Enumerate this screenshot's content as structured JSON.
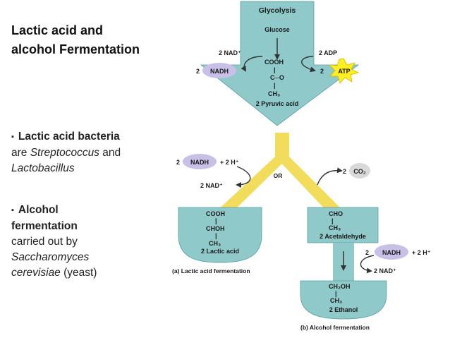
{
  "title": {
    "line1": "Lactic acid and",
    "line2": "alcohol Fermentation"
  },
  "bullets": [
    {
      "marker": "▪",
      "head": "Lactic acid bacteria",
      "lines": [
        "are ",
        "Streptococcus",
        " and",
        "Lactobacillus"
      ]
    },
    {
      "marker": "▪",
      "head": "Alcohol",
      "head2": "fermentation",
      "lines": [
        "carried out by",
        "Saccharomyces",
        "cerevisiae",
        " (yeast)"
      ]
    }
  ],
  "diagram": {
    "colors": {
      "teal": "#8fc9c9",
      "teal_dark": "#5aa0a0",
      "yellow": "#f2dc5c",
      "purple": "#c8c0e6",
      "atp_star": "#ffee22",
      "co2_gray": "#d9d9d9"
    },
    "glycolysis": {
      "title": "Glycolysis",
      "substrate": "Glucose",
      "nad_in": "2 NAD⁺",
      "nadh_coef": "2",
      "nadh": "NADH",
      "adp_in": "2 ADP",
      "atp_coef": "2",
      "atp": "ATP",
      "pyruvate_formula": [
        "COOH",
        "|",
        "C─O",
        "|",
        "CH₃"
      ],
      "product": "2 Pyruvic acid"
    },
    "branch_label": "OR",
    "lactic": {
      "nadh_coef": "2",
      "nadh": "NADH",
      "h_plus": "+ 2 H⁺",
      "nad_out": "2 NAD⁺",
      "formula": [
        "COOH",
        "|",
        "CHOH",
        "|",
        "CH₃"
      ],
      "product": "2 Lactic acid",
      "caption": "(a) Lactic acid fermentation"
    },
    "alcohol": {
      "co2_coef": "2",
      "co2": "CO₂",
      "intermediate_formula": [
        "CHO",
        "|",
        "CH₃"
      ],
      "intermediate": "2 Acetaldehyde",
      "nadh_coef": "2",
      "nadh": "NADH",
      "h_plus": "+ 2 H⁺",
      "nad_out": "2 NAD⁺",
      "formula": [
        "CH₂OH",
        "|",
        "CH₃"
      ],
      "product": "2 Ethanol",
      "caption": "(b) Alcohol fermentation"
    }
  }
}
